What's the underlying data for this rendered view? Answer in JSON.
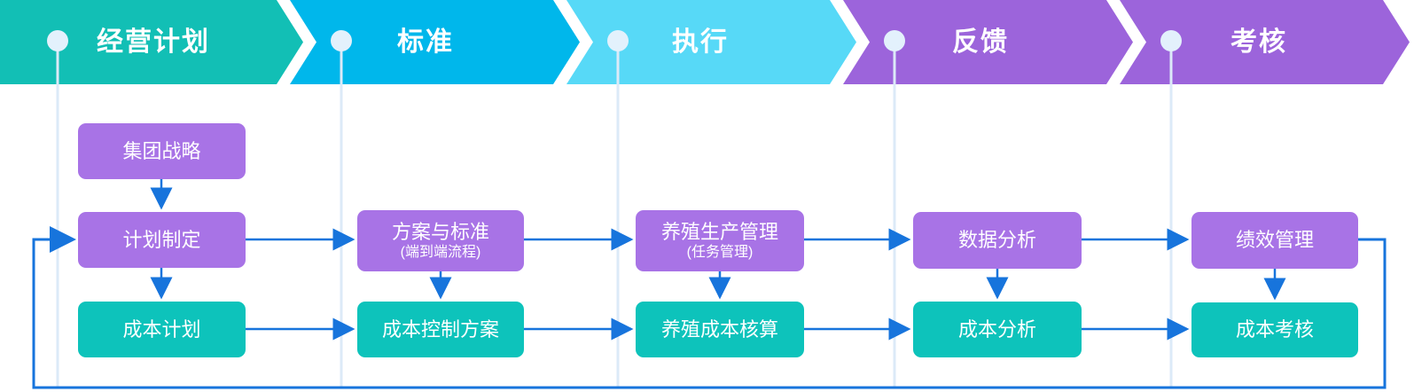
{
  "banner": {
    "stages": [
      {
        "label": "经营计划",
        "color": "#12BFB5"
      },
      {
        "label": "标准",
        "color": "#00B7EB"
      },
      {
        "label": "执行",
        "color": "#57D9F7"
      },
      {
        "label": "反馈",
        "color": "#9C64DB"
      },
      {
        "label": "考核",
        "color": "#9C64DB"
      }
    ]
  },
  "nodes": {
    "group_strategy": {
      "label": "集团战略"
    },
    "plan_formulation": {
      "label": "计划制定"
    },
    "cost_plan": {
      "label": "成本计划"
    },
    "plan_standard": {
      "label": "方案与标准",
      "sub": "(端到端流程)"
    },
    "cost_control_plan": {
      "label": "成本控制方案"
    },
    "breeding_production": {
      "label": "养殖生产管理",
      "sub": "(任务管理)"
    },
    "breeding_cost_accounting": {
      "label": "养殖成本核算"
    },
    "data_analysis": {
      "label": "数据分析"
    },
    "cost_analysis": {
      "label": "成本分析"
    },
    "performance_management": {
      "label": "绩效管理"
    },
    "cost_assessment": {
      "label": "成本考核"
    }
  },
  "colors": {
    "node_purple": "#A873E6",
    "node_teal": "#0DC3BB",
    "connector": "#1774DC",
    "guide_line": "#DCEAF8",
    "dot_fill": "#E3F1FC"
  }
}
